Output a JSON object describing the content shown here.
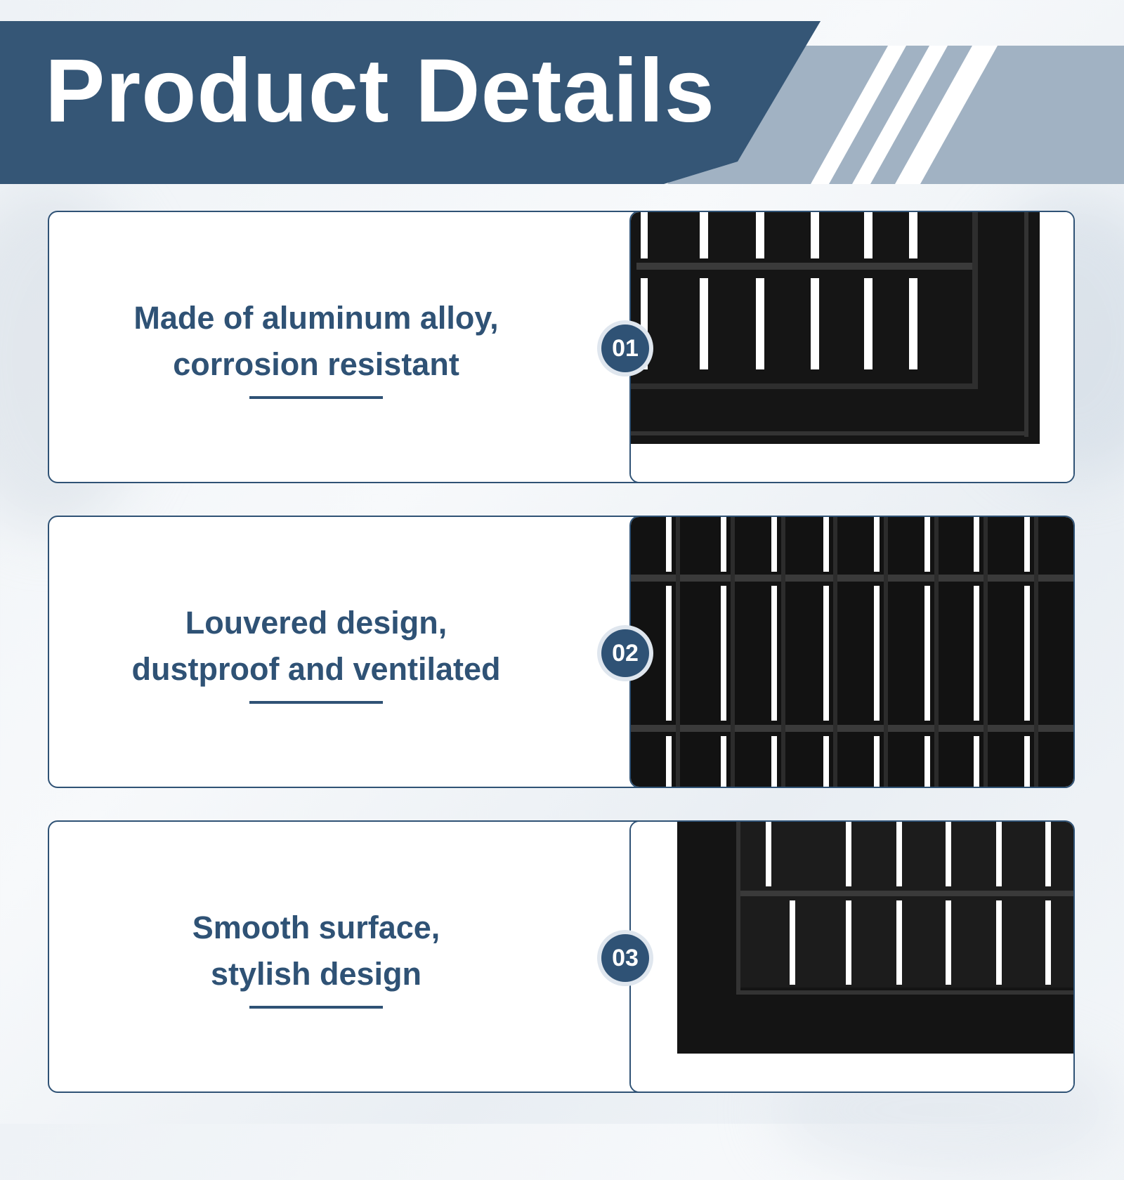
{
  "header": {
    "title": "Product Details"
  },
  "features": [
    {
      "number": "01",
      "caption_line1": "Made of aluminum alloy,",
      "caption_line2": "corrosion resistant",
      "image": "vent-grille-corner-closeup"
    },
    {
      "number": "02",
      "caption_line1": "Louvered design,",
      "caption_line2": "dustproof and ventilated",
      "image": "vent-louvers-closeup"
    },
    {
      "number": "03",
      "caption_line1": "Smooth surface,",
      "caption_line2": "stylish design",
      "image": "vent-frame-surface-closeup"
    }
  ],
  "colors": {
    "navy": "#2f5275",
    "grey_band": "#a1b2c3",
    "product_black": "#141414",
    "white": "#ffffff"
  }
}
